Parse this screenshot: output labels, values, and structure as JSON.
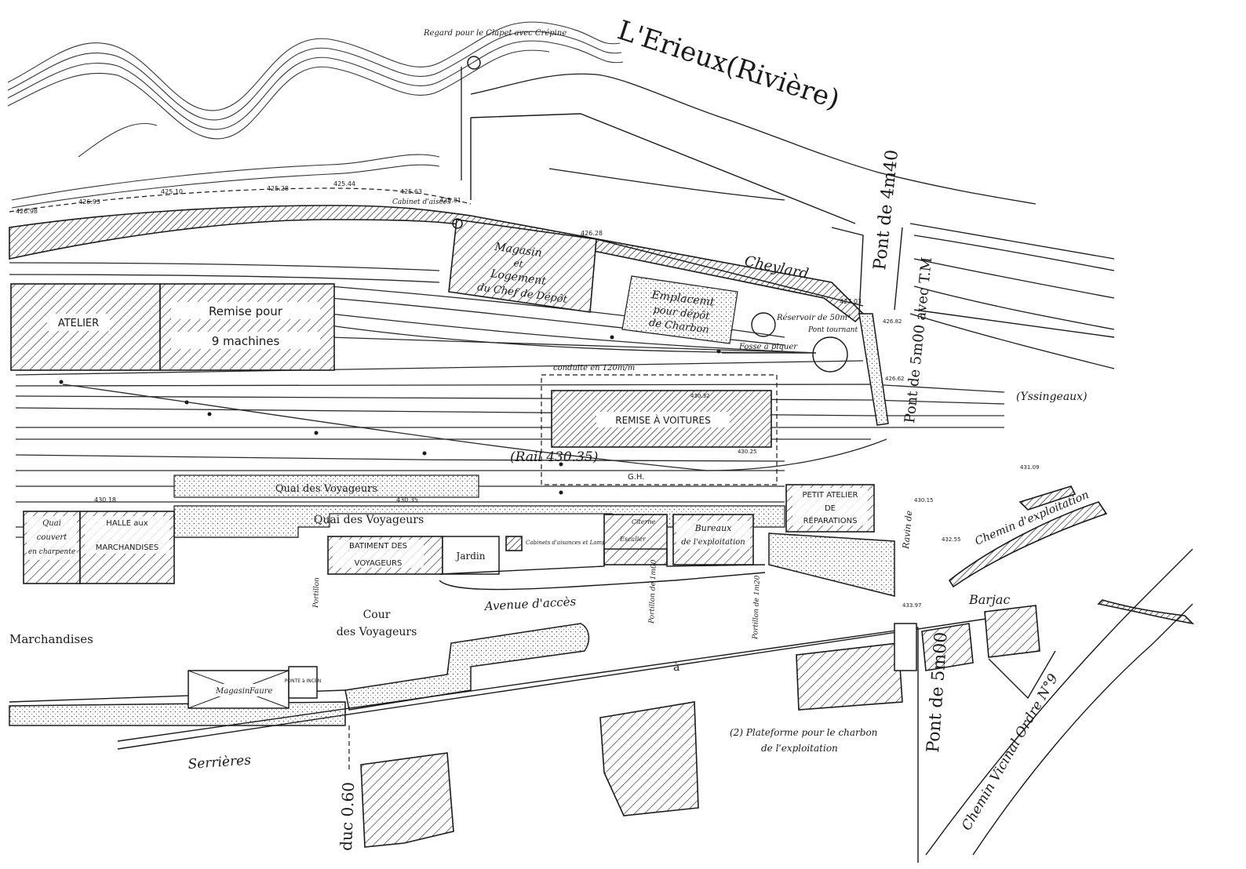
{
  "labels": {
    "river": "L'Erieux(Rivière)",
    "regard": "Regard pour le Clapet avec Crépine",
    "atelier": "ATELIER",
    "remise_machines_1": "Remise pour",
    "remise_machines_2": "9 machines",
    "magasin_1": "Magasin",
    "magasin_2": "et",
    "magasin_3": "Logement",
    "magasin_4": "du Chef de Dépôt",
    "emplacement_1": "Emplacemt",
    "emplacement_2": "pour dépôt",
    "emplacement_3": "de Charbon",
    "reservoir": "Réservoir de 50m³",
    "pont_tournant": "Pont tournant",
    "fosse": "Fosse à piquer",
    "conduite": "conduite en 120m/m",
    "cheylard": "Cheylard",
    "pont_440": "Pont de 4m40",
    "pont_500_top": "Pont de 5m00 avec T.M",
    "yssingeaux": "(Yssingeaux)",
    "remise_voitures": "REMISE À VOITURES",
    "rail": "(Rail 430.35)",
    "gh": "G.H.",
    "quai_1": "Quai des Voyageurs",
    "quai_2": "Quai des Voyageurs",
    "petit_atelier_1": "PETIT ATELIER",
    "petit_atelier_2": "DE",
    "petit_atelier_3": "RÉPARATIONS",
    "quai_couvert_1": "Quai",
    "quai_couvert_2": "couvert",
    "quai_couvert_3": "en charpente",
    "halle_1": "HALLE aux",
    "halle_2": "MARCHANDISES",
    "batiment_1": "BATIMENT DES",
    "batiment_2": "VOYAGEURS",
    "jardin": "Jardin",
    "cabinets": "Cabinets d'aisances et Lampisterie",
    "citerne": "Citerne",
    "escalier": "Escalier",
    "bureaux_1": "Bureaux",
    "bureaux_2": "de l'exploitation",
    "ravin": "Ravin de",
    "chemin_exploitation": "Chemin d'exploitation",
    "barjac": "Barjac",
    "marchandises": "Marchandises",
    "cour_1": "Cour",
    "cour_2": "des Voyageurs",
    "avenue": "Avenue d'accès",
    "portillon_1": "Portillon",
    "portillon_2": "Portillon de 1m00",
    "portillon_3": "Portillon de 1m20",
    "a": "à",
    "magasin_faure_1": "Magasin",
    "magasin_faure_2": "Faure",
    "ponte": "PONTE à INCEN",
    "plateforme_1": "(2) Plateforme pour le charbon",
    "plateforme_2": "de l'exploitation",
    "pont_500_bottom": "Pont de 5m00",
    "chemin_vicinal": "Chemin Vicinal Ordre N°9",
    "serrieres": "Serrières",
    "aqueduc": "duc 0.60",
    "cabinet_top": "Cabinet d'aisces",
    "cote_1": "426.98",
    "cote_2": "426.93",
    "cote_3": "425.10",
    "cote_4": "425.28",
    "cote_5": "425.44",
    "cote_6": "425.63",
    "cote_7": "425.81",
    "cote_8": "426.28",
    "cote_9": "427.03",
    "cote_10": "430.18",
    "cote_11": "430.35",
    "cote_12": "430.32",
    "cote_13": "430.25",
    "cote_14": "431.09",
    "cote_15": "430.15",
    "cote_16": "432.55",
    "cote_17": "433.97",
    "cote_18": "426.82",
    "cote_19": "426.62"
  },
  "colors": {
    "ink": "#1a1a1a",
    "paper": "#ffffff"
  }
}
